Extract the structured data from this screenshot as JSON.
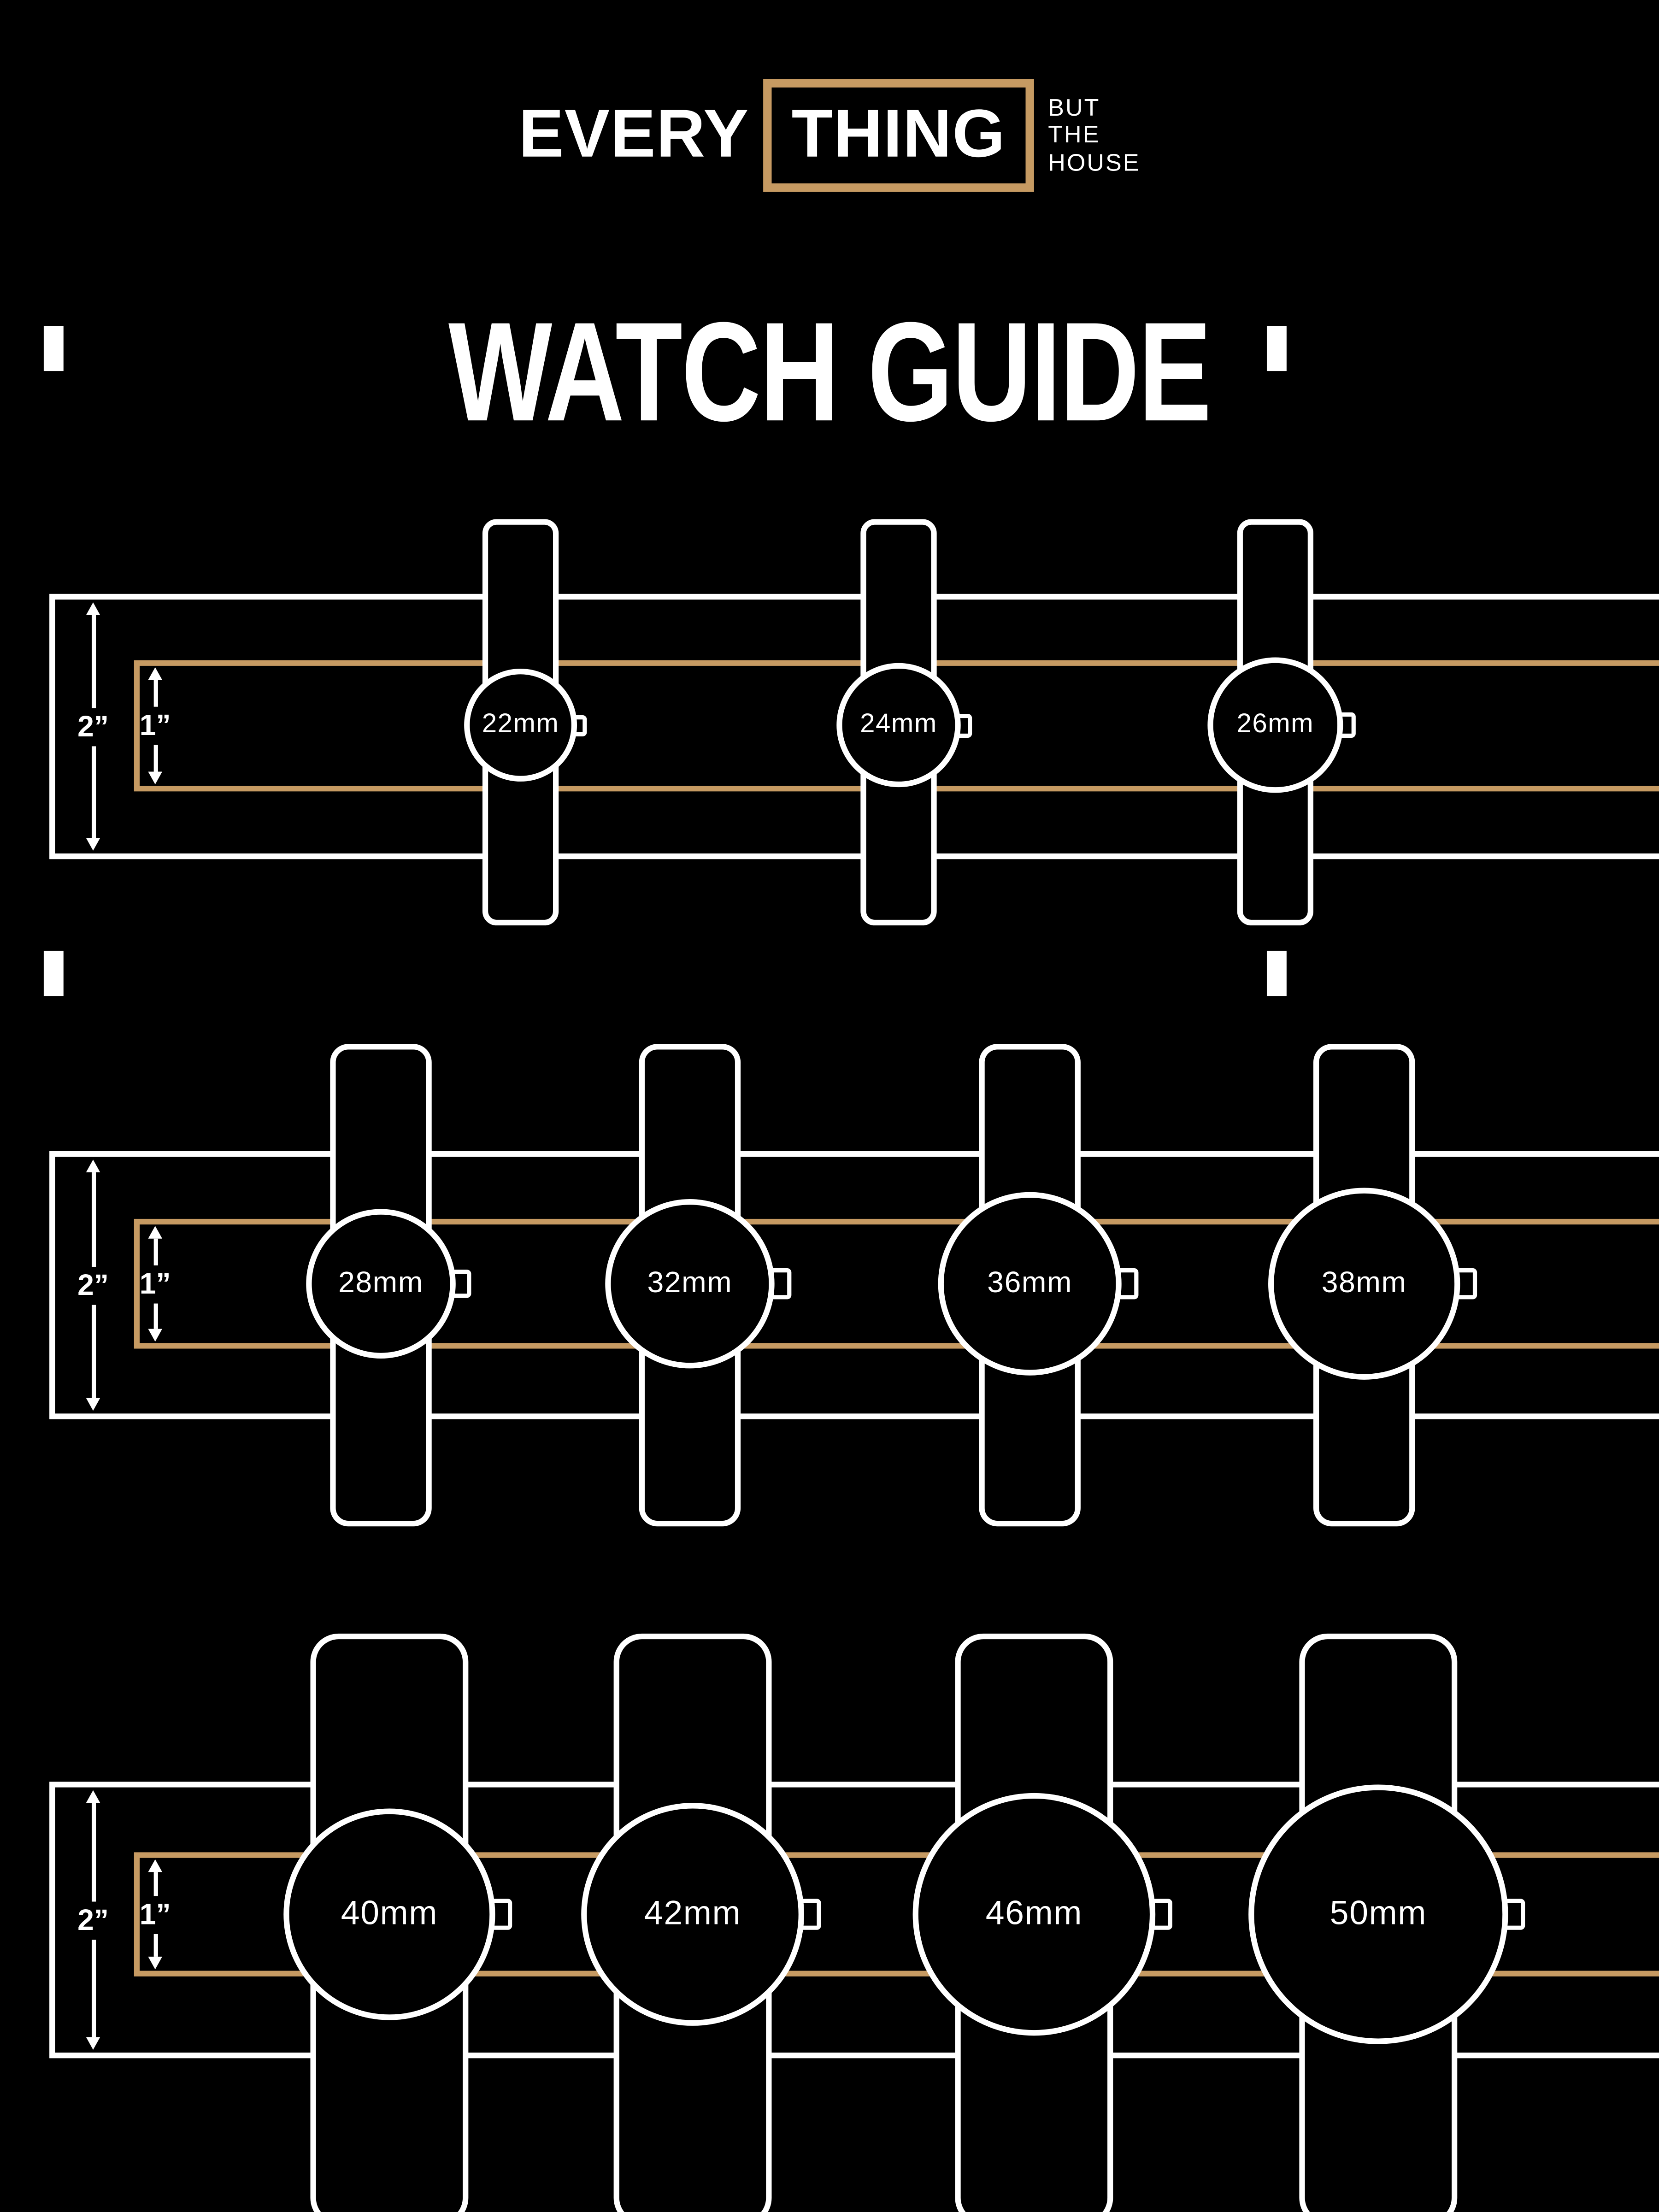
{
  "colors": {
    "background": "#000000",
    "foreground": "#ffffff",
    "accent": "#c69a62"
  },
  "logo": {
    "part1": "EVERY",
    "part2": "THING",
    "tagline_lines": [
      "BUT",
      "THE",
      "HOUSE"
    ]
  },
  "title": "WATCH GUIDE",
  "dimension_labels": {
    "outer": "2”",
    "inner": "1”"
  },
  "rows": [
    {
      "watches": [
        {
          "label": "22mm"
        },
        {
          "label": "24mm"
        },
        {
          "label": "26mm"
        }
      ]
    },
    {
      "watches": [
        {
          "label": "28mm"
        },
        {
          "label": "32mm"
        },
        {
          "label": "36mm"
        },
        {
          "label": "38mm"
        }
      ]
    },
    {
      "watches": [
        {
          "label": "40mm"
        },
        {
          "label": "42mm"
        },
        {
          "label": "46mm"
        },
        {
          "label": "50mm"
        }
      ]
    }
  ]
}
